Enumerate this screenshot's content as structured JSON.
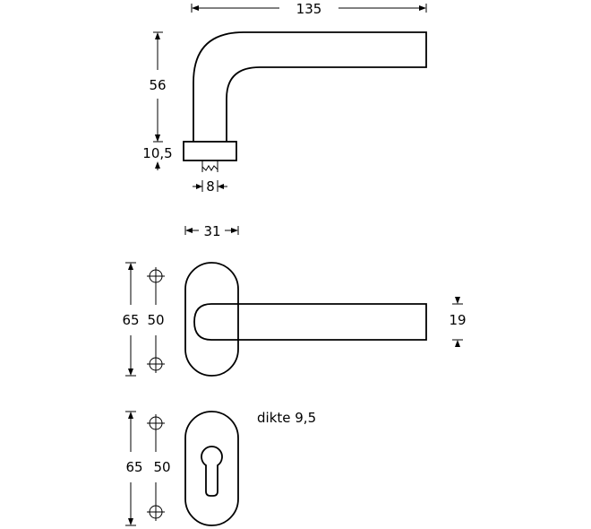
{
  "dimensions": {
    "handle_length": "135",
    "handle_height": "56",
    "rose_height": "10,5",
    "spindle": "8",
    "rose_width": "31",
    "plate_height_a": "65",
    "plate_holes_a": "50",
    "grip_height": "19",
    "plate_height_b": "65",
    "plate_holes_b": "50"
  },
  "notes": {
    "thickness": "dikte 9,5"
  }
}
